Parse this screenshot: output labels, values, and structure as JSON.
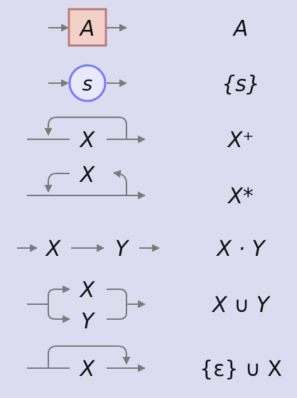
{
  "rows": [
    {
      "id": "terminal",
      "diagram_labels": [
        "A"
      ],
      "notation": "A"
    },
    {
      "id": "nonterminal",
      "diagram_labels": [
        "s"
      ],
      "notation": "{s}"
    },
    {
      "id": "plus",
      "diagram_labels": [
        "X"
      ],
      "notation": "X⁺"
    },
    {
      "id": "star",
      "diagram_labels": [
        "X"
      ],
      "notation": "X*"
    },
    {
      "id": "concat",
      "diagram_labels": [
        "X",
        "Y"
      ],
      "notation": "X · Y"
    },
    {
      "id": "union",
      "diagram_labels": [
        "X",
        "Y"
      ],
      "notation": "X ∪ Y"
    },
    {
      "id": "optional",
      "diagram_labels": [
        "X"
      ],
      "notation": "{ε} ∪ X"
    }
  ],
  "colors": {
    "background": "#dcdcf0",
    "line": "#7a7a7a",
    "terminal_fill": "#f3d1c9",
    "terminal_border": "#b97a7a",
    "nonterminal_fill": "#e8e8ff",
    "nonterminal_border": "#7a7af0"
  }
}
